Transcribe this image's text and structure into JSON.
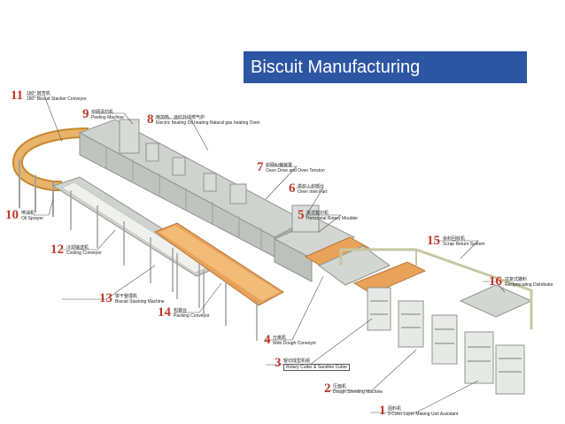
{
  "title": "Biscuit Manufacturing",
  "colors": {
    "title_bg": "#2c56a3",
    "title_text": "#ffffff",
    "callout_number": "#c0392b",
    "conveyor_orange": "#e8a25a",
    "machine_grey": "#d9dcd8"
  },
  "callouts": [
    {
      "id": 1,
      "number": "1",
      "label_cn": "固料机",
      "label_en": "3 Color Layer Making Unit Assistant"
    },
    {
      "id": 2,
      "number": "2",
      "label_cn": "压面机",
      "label_en": "Dough Sheeting Machine"
    },
    {
      "id": 3,
      "number": "3",
      "label_cn": "辊切成型机组",
      "label_en": "Rotary Cutter & Sandine Cutter"
    },
    {
      "id": 4,
      "number": "4",
      "label_cn": "分离机",
      "label_en": "Web Dough Conveyor"
    },
    {
      "id": 5,
      "number": "5",
      "label_cn": "拆式辊印机",
      "label_en": "Horizontal Rotary Moulder"
    },
    {
      "id": 6,
      "number": "6",
      "label_cn": "烘炉入炉部分",
      "label_en": "Oven Inlet Part"
    },
    {
      "id": 7,
      "number": "7",
      "label_cn": "炉网纠偏装置",
      "label_en": "Oven Drive and Oven Tension"
    },
    {
      "id": 8,
      "number": "8",
      "label_cn": "电加热、远红外线燃气炉",
      "label_en": "Electric heating Oil heating Natural gas heating Oven"
    },
    {
      "id": 9,
      "number": "9",
      "label_cn": "炉网清扫机",
      "label_en": "Peeling Machine"
    },
    {
      "id": 10,
      "number": "10",
      "label_cn": "喷油机",
      "label_en": "Oil Sprayer"
    },
    {
      "id": 11,
      "number": "11",
      "label_cn": "180° 转弯机",
      "label_en": "180° Biscuit Stacker Conveyor"
    },
    {
      "id": 12,
      "number": "12",
      "label_cn": "冷却输送机",
      "label_en": "Cooling Conveyor"
    },
    {
      "id": 13,
      "number": "13",
      "label_cn": "饼干整理机",
      "label_en": "Biscuit Stacking Machine"
    },
    {
      "id": 14,
      "number": "14",
      "label_cn": "包装台",
      "label_en": "Packing Conveyor"
    },
    {
      "id": 15,
      "number": "15",
      "label_cn": "余料回收机",
      "label_en": "Scrap Return System"
    },
    {
      "id": 16,
      "number": "16",
      "label_cn": "往复式撒料",
      "label_en": "Reciprocating Distributor"
    }
  ]
}
